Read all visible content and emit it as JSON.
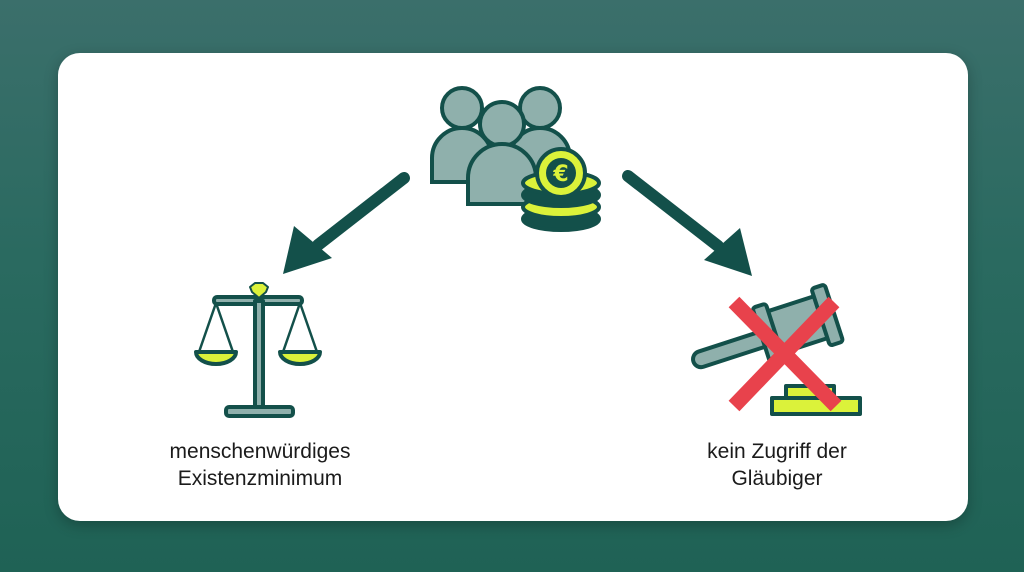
{
  "captions": {
    "left": [
      "menschenwürdiges",
      "Existenzminimum"
    ],
    "right": [
      "kein Zugriff der",
      "Gläubiger"
    ]
  },
  "icons": {
    "top": "people-with-euro-coins-icon",
    "left": "scales-of-justice-icon",
    "right": "crossed-out-gavel-icon"
  },
  "colors": {
    "background": "#2a6a60",
    "dark_teal": "#13504a",
    "icon_fill": "#8fb0ac",
    "accent_yellow": "#dbf23a",
    "cross_red": "#e8424c"
  }
}
